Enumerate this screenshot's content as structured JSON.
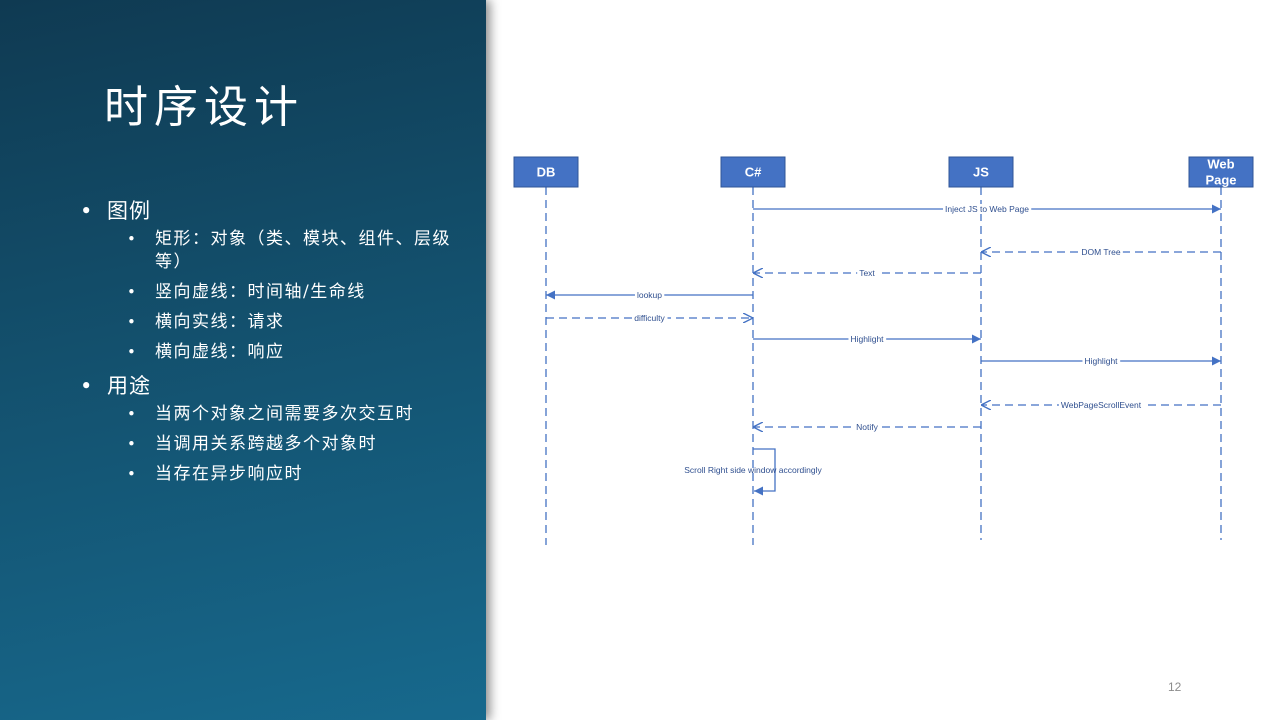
{
  "slide": {
    "title": "时序设计",
    "page_number": "12"
  },
  "bullets": [
    {
      "text": "图例",
      "sub": [
        "矩形：对象（类、模块、组件、层级等）",
        "竖向虚线：时间轴/生命线",
        "横向实线：请求",
        "横向虚线：响应"
      ]
    },
    {
      "text": "用途",
      "sub": [
        "当两个对象之间需要多次交互时",
        "当调用关系跨越多个对象时",
        "当存在异步响应时"
      ]
    }
  ],
  "diagram": {
    "colors": {
      "line": "#4472c4",
      "label": "#2f4f8f",
      "box": "#4472c4"
    },
    "actors": [
      {
        "id": "db",
        "lines": [
          "DB"
        ]
      },
      {
        "id": "csharp",
        "lines": [
          "C#"
        ]
      },
      {
        "id": "js",
        "lines": [
          "JS"
        ]
      },
      {
        "id": "webpage",
        "lines": [
          "Web",
          "Page"
        ]
      }
    ],
    "messages": [
      {
        "from": "csharp",
        "to": "webpage",
        "label": "Inject JS to Web Page",
        "kind": "request"
      },
      {
        "from": "webpage",
        "to": "js",
        "label": "DOM Tree",
        "kind": "response"
      },
      {
        "from": "js",
        "to": "csharp",
        "label": "Text",
        "kind": "response"
      },
      {
        "from": "csharp",
        "to": "db",
        "label": "lookup",
        "kind": "request"
      },
      {
        "from": "db",
        "to": "csharp",
        "label": "difficulty",
        "kind": "response"
      },
      {
        "from": "csharp",
        "to": "js",
        "label": "Highlight",
        "kind": "request"
      },
      {
        "from": "js",
        "to": "webpage",
        "label": "Highlight",
        "kind": "request"
      },
      {
        "from": "webpage",
        "to": "js",
        "label": "WebPageScrollEvent",
        "kind": "response"
      },
      {
        "from": "js",
        "to": "csharp",
        "label": "Notify",
        "kind": "response"
      },
      {
        "from": "csharp",
        "to": "csharp",
        "label": "Scroll Right side window accordingly",
        "kind": "self"
      }
    ]
  }
}
